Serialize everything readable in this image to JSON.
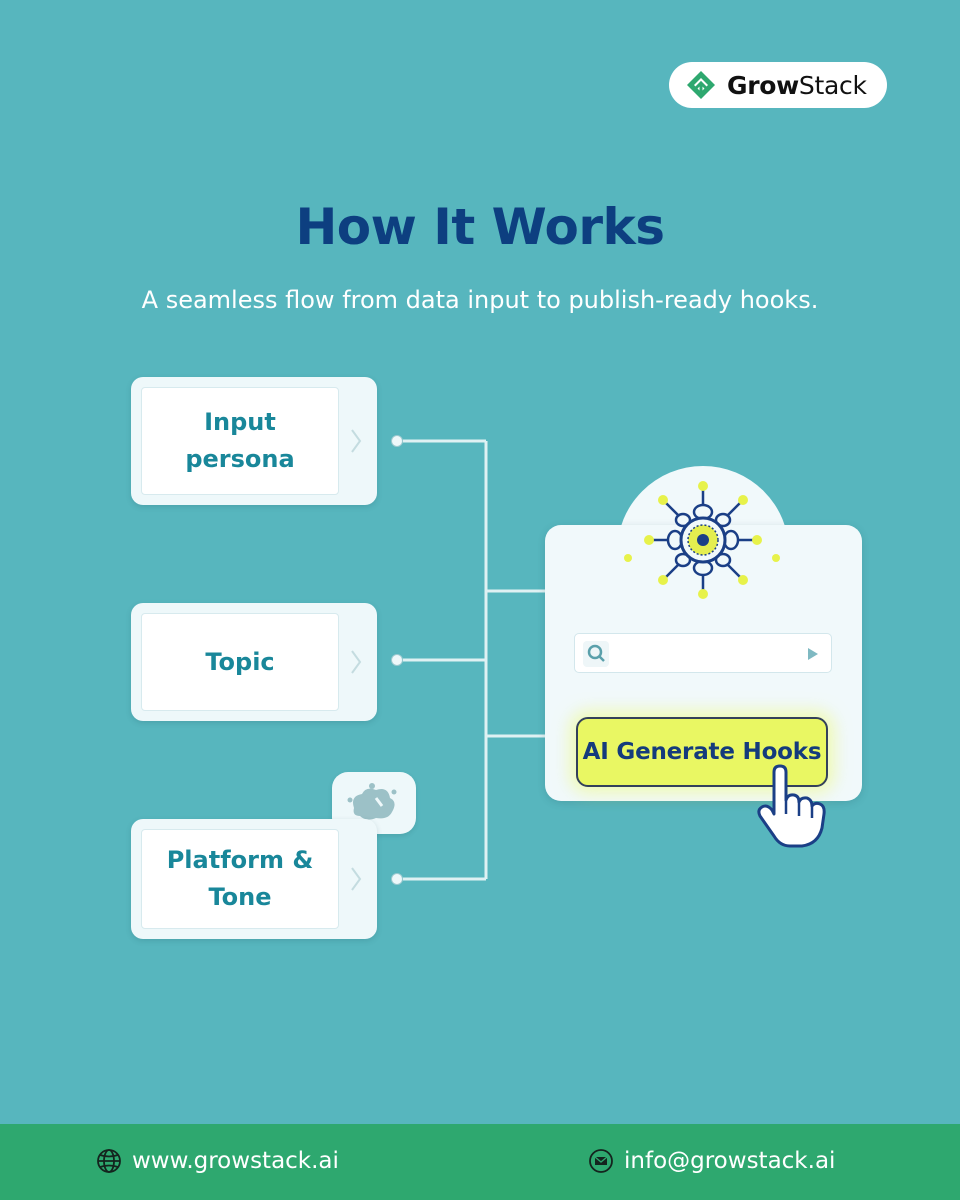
{
  "brand": {
    "name_bold": "Grow",
    "name_regular": "Stack",
    "logo_icon": "growstack-logo-icon",
    "colors": {
      "green": "#2ea86f",
      "navy": "#0d3f80",
      "teal_bg": "#57b6be"
    }
  },
  "header": {
    "title": "How It Works",
    "subtitle": "A seamless flow from data input to publish-ready hooks."
  },
  "inputs": [
    {
      "label_line1": "Input",
      "label_line2": "persona"
    },
    {
      "label_line1": "Topic",
      "label_line2": ""
    },
    {
      "label_line1": "Platform &",
      "label_line2": "Tone"
    }
  ],
  "panel": {
    "button_label": "AI Generate Hooks",
    "icons": [
      "neural-hub-icon",
      "search-icon",
      "play-icon",
      "hand-pointer-icon"
    ]
  },
  "footer": {
    "website": "www.growstack.ai",
    "email": "info@growstack.ai",
    "icons": [
      "globe-icon",
      "mail-icon"
    ]
  }
}
